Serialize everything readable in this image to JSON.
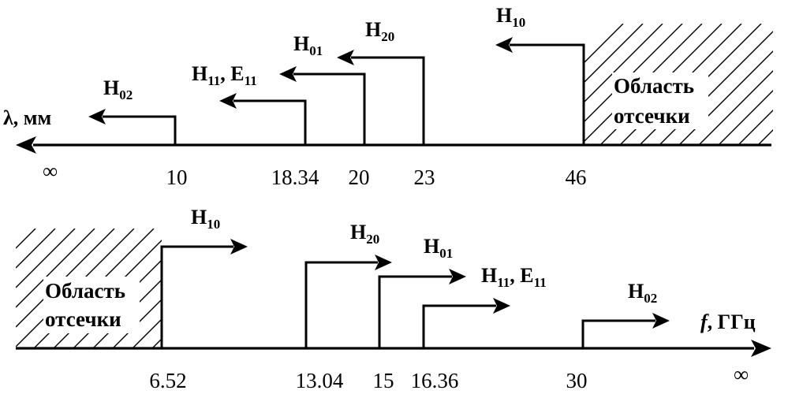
{
  "top": {
    "axis_label": "λ, мм",
    "infinity": "∞",
    "region_line1": "Область",
    "region_line2": "отсечки",
    "ticks": [
      "10",
      "18.34",
      "20",
      "23",
      "46"
    ],
    "modes": [
      {
        "letter": "H",
        "sub": "02",
        "extra": ""
      },
      {
        "letter": "H",
        "sub": "11",
        "extra": ", E",
        "extra_sub": "11"
      },
      {
        "letter": "H",
        "sub": "01",
        "extra": ""
      },
      {
        "letter": "H",
        "sub": "20",
        "extra": ""
      },
      {
        "letter": "H",
        "sub": "10",
        "extra": ""
      }
    ]
  },
  "bottom": {
    "axis_label_italic": "f",
    "axis_label_rest": ", ГГц",
    "infinity": "∞",
    "region_line1": "Область",
    "region_line2": "отсечки",
    "ticks": [
      "6.52",
      "13.04",
      "15",
      "16.36",
      "30"
    ],
    "modes": [
      {
        "letter": "H",
        "sub": "10",
        "extra": ""
      },
      {
        "letter": "H",
        "sub": "20",
        "extra": ""
      },
      {
        "letter": "H",
        "sub": "01",
        "extra": ""
      },
      {
        "letter": "H",
        "sub": "11",
        "extra": ", E",
        "extra_sub": "11"
      },
      {
        "letter": "H",
        "sub": "02",
        "extra": ""
      }
    ]
  }
}
